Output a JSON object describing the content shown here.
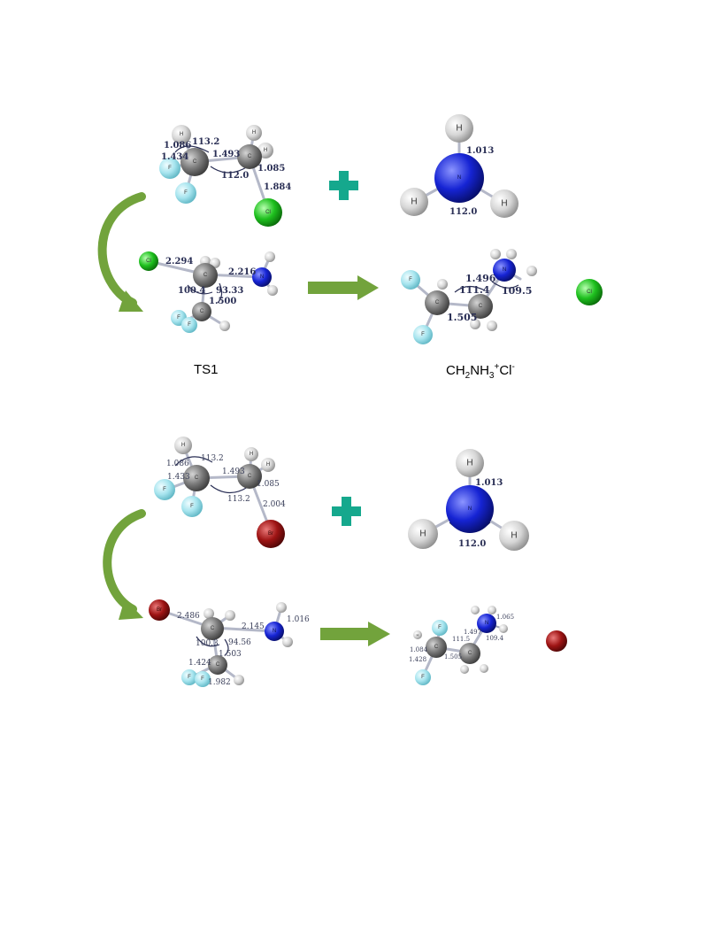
{
  "colors": {
    "hydrogen": "#d8d8d8",
    "carbon": "#7d7d7d",
    "fluorine": "#a6e4ee",
    "chlorine": "#1ec01e",
    "nitrogen": "#1624d4",
    "bromine": "#9e1414",
    "arrow": "#72a33c",
    "plus": "#15a88d"
  },
  "reaction1": {
    "reactant": {
      "atoms": {
        "H": "H",
        "F": "F",
        "C": "C",
        "Cl": "Cl"
      },
      "values": {
        "d1": "1.086",
        "d2": "1.434",
        "a1": "113.2",
        "d3": "1.493",
        "a2": "112.0",
        "d4": "1.085",
        "d5": "1.884"
      }
    },
    "ammonia": {
      "atoms": {
        "H": "H",
        "N": "N"
      },
      "values": {
        "d1": "1.013",
        "a1": "112.0"
      }
    },
    "ts": {
      "atoms": {
        "Cl": "Cl",
        "N": "N",
        "C": "C",
        "H": "H",
        "F": "F"
      },
      "values": {
        "d1": "2.294",
        "d2": "2.216",
        "a1": "100.4",
        "a2": "93.33",
        "d3": "1.500"
      }
    },
    "product": {
      "atoms": {
        "F": "F",
        "H": "H",
        "C": "C",
        "N": "N",
        "Cl": "Cl"
      },
      "values": {
        "d1": "1.496",
        "a1": "111.4",
        "a2": "109.5",
        "d2": "1.505"
      }
    },
    "captions": {
      "ts": "TS1",
      "product": {
        "p1": "CH",
        "s1": "2",
        "p2": "NH",
        "s2": "3",
        "sup1": "+",
        "p3": "Cl",
        "sup2": "-"
      }
    }
  },
  "reaction2": {
    "reactant": {
      "atoms": {
        "H": "H",
        "F": "F",
        "C": "C",
        "Br": "Br"
      },
      "values": {
        "d1": "1.086",
        "a1": "113.2",
        "d2": "1.433",
        "d3": "1.493",
        "a2": "113.2",
        "d4": "1.085",
        "d5": "2.004"
      }
    },
    "ammonia": {
      "atoms": {
        "H": "H",
        "N": "N"
      },
      "values": {
        "d1": "1.013",
        "a1": "112.0"
      }
    },
    "ts": {
      "atoms": {
        "Br": "Br",
        "C": "C",
        "N": "N",
        "H": "H",
        "F": "F"
      },
      "values": {
        "d1": "2.486",
        "d2": "2.145",
        "d3": "1.016",
        "a1": "100.3",
        "a2": "94.56",
        "d4": "1.503",
        "d5": "1.424",
        "d6": "1.982"
      }
    },
    "product": {
      "atoms": {
        "H": "H",
        "F": "F",
        "C": "C",
        "N": "N"
      },
      "values": {
        "d1": "1.065",
        "d2": "1.497",
        "a1": "109.4",
        "a2": "111.5",
        "d3": "1.084",
        "d4": "1.505",
        "d5": "1.428"
      }
    }
  }
}
